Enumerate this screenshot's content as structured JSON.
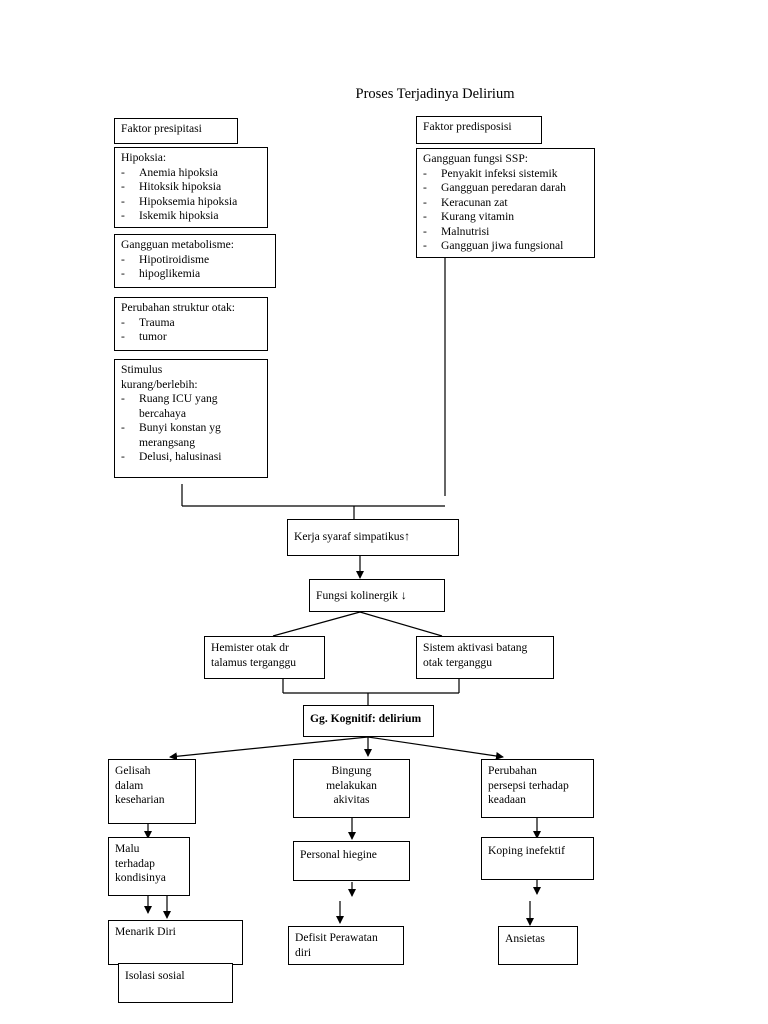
{
  "title": "Proses Terjadinya Delirium",
  "presipitasi": {
    "label": "Faktor presipitasi",
    "hipoksia": {
      "head": "Hipoksia:",
      "items": [
        "Anemia hipoksia",
        "Hitoksik hipoksia",
        "Hipoksemia hipoksia",
        "Iskemik hipoksia"
      ]
    },
    "metabolisme": {
      "head": "Gangguan metabolisme:",
      "items": [
        "Hipotiroidisme",
        "hipoglikemia"
      ]
    },
    "struktur": {
      "head": "Perubahan struktur otak:",
      "items": [
        "Trauma",
        "tumor"
      ]
    },
    "stimulus": {
      "head1": "Stimulus",
      "head2": "kurang/berlebih:",
      "item1a": "Ruang ICU yang",
      "item1b": "bercahaya",
      "item2a": "Bunyi konstan  yg",
      "item2b": "merangsang",
      "item3": "Delusi, halusinasi"
    }
  },
  "predisposisi": {
    "label": "Faktor predisposisi",
    "ssp": {
      "head": "Gangguan fungsi SSP:",
      "items": [
        "Penyakit infeksi sistemik",
        "Gangguan peredaran darah",
        "Keracunan zat",
        "Kurang vitamin",
        "Malnutrisi",
        "Gangguan jiwa fungsional"
      ]
    }
  },
  "flow": {
    "simpatikus": "Kerja syaraf simpatikus",
    "simpatikus_arrow": "↑",
    "kolinergik": "Fungsi kolinergik",
    "kolinergik_arrow": "↓",
    "hemister_line1": "Hemister otak dr",
    "hemister_line2": "talamus terganggu",
    "aktivasi_line1": "Sistem aktivasi batang",
    "aktivasi_line2": "otak terganggu",
    "kognitif": "Gg. Kognitif: delirium"
  },
  "left_branch": {
    "gelisah": [
      "Gelisah",
      "dalam",
      "keseharian"
    ],
    "malu": [
      "Malu",
      "terhadap",
      "kondisinya"
    ],
    "menarik": "Menarik Diri",
    "isolasi": "Isolasi sosial"
  },
  "mid_branch": {
    "bingung": [
      "Bingung",
      "melakukan",
      "akivitas"
    ],
    "personal": "Personal hiegine",
    "defisit": [
      "Defisit Perawatan",
      "diri"
    ]
  },
  "right_branch": {
    "perubahan": [
      "Perubahan",
      "persepsi terhadap",
      "keadaan"
    ],
    "koping": "Koping inefektif",
    "ansietas": "Ansietas"
  }
}
